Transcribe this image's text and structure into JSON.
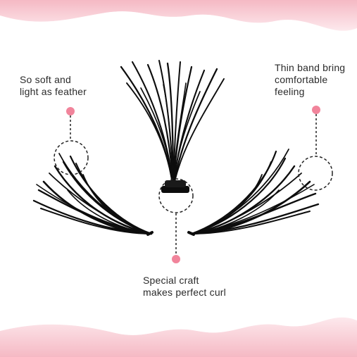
{
  "callouts": {
    "left": {
      "line1": "So soft and",
      "line2": "light as feather"
    },
    "right": {
      "line1": "Thin band bring",
      "line2": "comfortable",
      "line3": "feeling"
    },
    "bottom": {
      "line1": "Special craft",
      "line2": "makes perfect curl"
    }
  },
  "colors": {
    "accent_pink": "#f1849b",
    "wave_pink": "#f7c6cf",
    "lash_black": "#0d0d0d",
    "text": "#2b2b2b",
    "dashed_circle": "#222222"
  },
  "icons": [
    "lash-cluster-left",
    "lash-cluster-center",
    "lash-cluster-right",
    "pink-dot-icon",
    "dashed-circle-icon"
  ]
}
